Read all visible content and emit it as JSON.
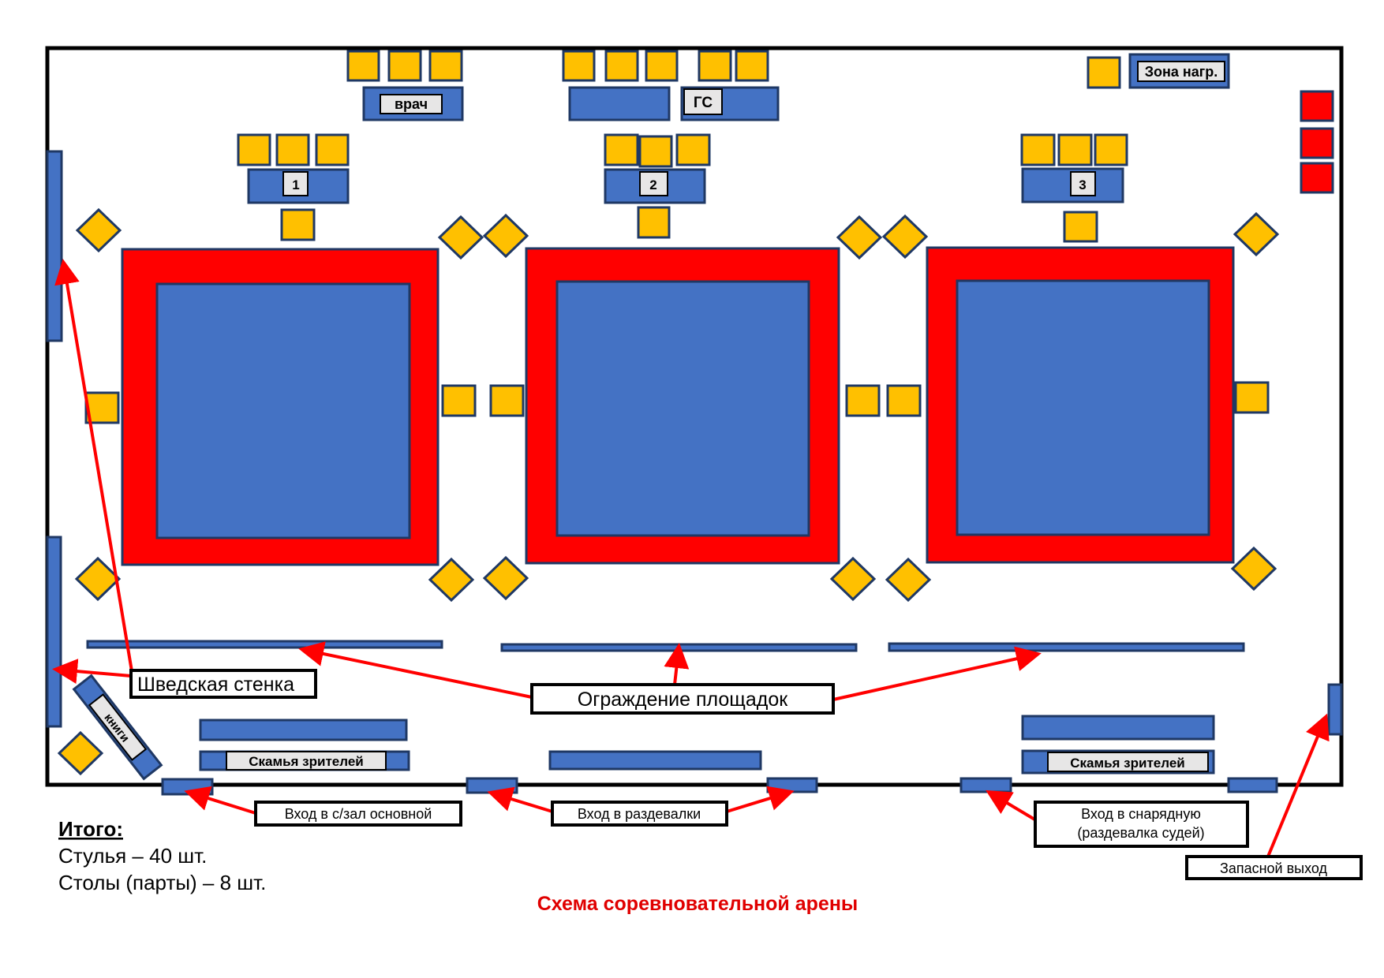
{
  "labels": {
    "doctor": "врач",
    "chief_secretary": "ГС",
    "award_zone": "Зона нагр.",
    "judge_table_1": "1",
    "judge_table_2": "2",
    "judge_table_3": "3",
    "books": "книги",
    "spectator_bench_left": "Скамья зрителей",
    "spectator_bench_right": "Скамья зрителей"
  },
  "callouts": {
    "wall_bars": "Шведская стенка",
    "fencing": "Ограждение площадок",
    "main_entrance": "Вход в с/зал основной",
    "locker_entrance": "Вход в раздевалки",
    "equipment_entrance_line1": "Вход в снарядную",
    "equipment_entrance_line2": "(раздевалка судей)",
    "emergency_exit": "Запасной выход"
  },
  "totals": {
    "heading": "Итого:",
    "chairs": "Стулья – 40 шт.",
    "tables": "Столы (парты) – 8 шт."
  },
  "title": "Схема соревновательной арены",
  "colors": {
    "mat_border": "#FF0000",
    "mat": "#4472C4",
    "chair": "#FFC000",
    "table": "#4472C4",
    "title": "#E00000"
  }
}
